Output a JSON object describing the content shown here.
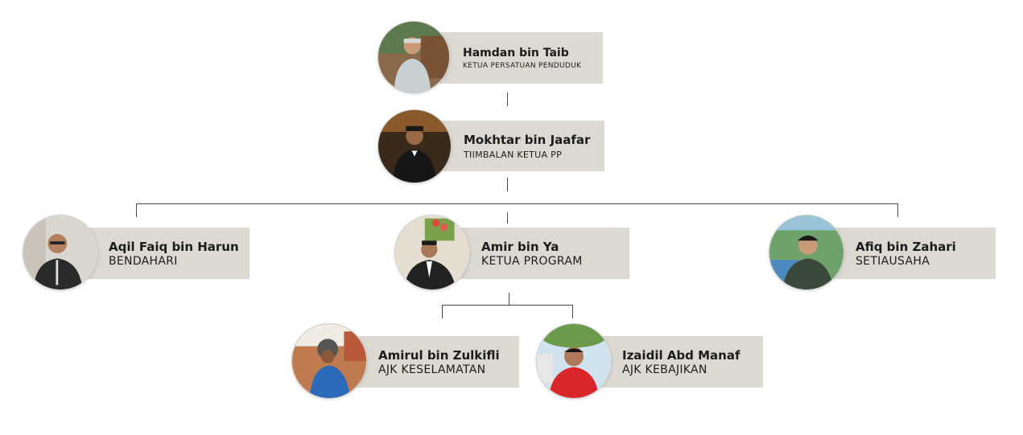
{
  "org_chart": {
    "members": [
      {
        "id": "hamdan",
        "name": "Hamdan bin Taib",
        "role": "KETUA PERSATUAN PENDUDUK"
      },
      {
        "id": "mokhtar",
        "name": "Mokhtar bin Jaafar",
        "role": "TIIMBALAN KETUA PP"
      },
      {
        "id": "aqil",
        "name": "Aqil Faiq bin Harun",
        "role": "BENDAHARI"
      },
      {
        "id": "amir",
        "name": "Amir bin Ya",
        "role": "KETUA PROGRAM"
      },
      {
        "id": "afiq",
        "name": "Afiq bin Zahari",
        "role": "SETIAUSAHA"
      },
      {
        "id": "amirul",
        "name": "Amirul bin Zulkifli",
        "role": "AJK KESELAMATAN"
      },
      {
        "id": "izaidil",
        "name": "Izaidil Abd Manaf",
        "role": "AJK KEBAJIKAN"
      }
    ]
  },
  "colors": {
    "card_background": "#dcd9d3",
    "connector": "#4a4a4a",
    "text": "#1c1c1c"
  }
}
